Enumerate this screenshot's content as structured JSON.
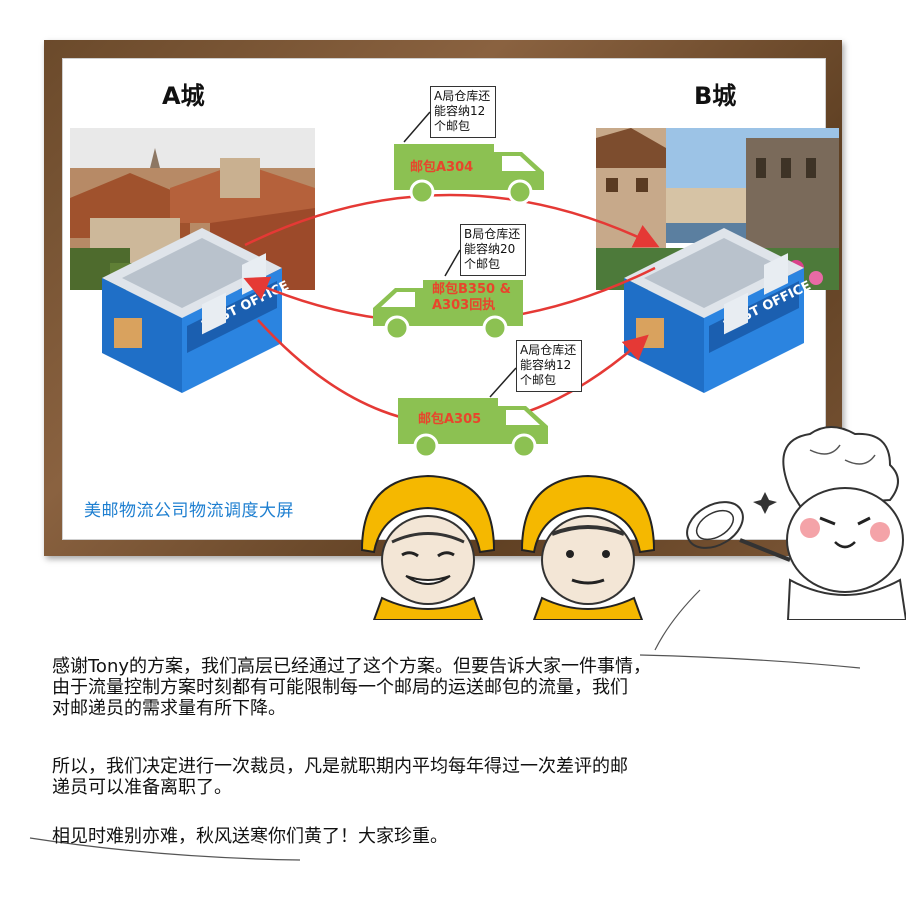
{
  "board": {
    "city_a": "A城",
    "city_b": "B城",
    "caption": "美邮物流公司物流调度大屏"
  },
  "notes": [
    {
      "text": "A局仓库还\n能容纳12\n个邮包"
    },
    {
      "text": "B局仓库还\n能容纳20\n个邮包"
    },
    {
      "text": "A局仓库还\n能容纳12\n个邮包"
    }
  ],
  "trucks": [
    {
      "label": "邮包A304"
    },
    {
      "label": "邮包B350 &\nA303回执"
    },
    {
      "label": "邮包A305"
    }
  ],
  "post_office_sign": "POST OFFICE",
  "paragraphs": [
    "感谢Tony的方案，我们高层已经通过了这个方案。但要告诉大家一件事情，\n由于流量控制方案时刻都有可能限制每一个邮局的运送邮包的流量，我们\n对邮递员的需求量有所下降。",
    "所以，我们决定进行一次裁员，凡是就职期内平均每年得过一次差评的邮\n递员可以准备离职了。",
    "相见时难别亦难，秋风送寒你们黄了！大家珍重。"
  ],
  "colors": {
    "truck_green": "#8cc152",
    "arrow_red": "#e53935",
    "helmet_yellow": "#f5b800",
    "office_blue": "#1f6fc7",
    "caption_blue": "#1e7fd0"
  },
  "icons": [
    "post-office-icon",
    "truck-icon",
    "arrow-icon",
    "courier-face-icon",
    "chef-meme-icon",
    "whisk-icon"
  ]
}
